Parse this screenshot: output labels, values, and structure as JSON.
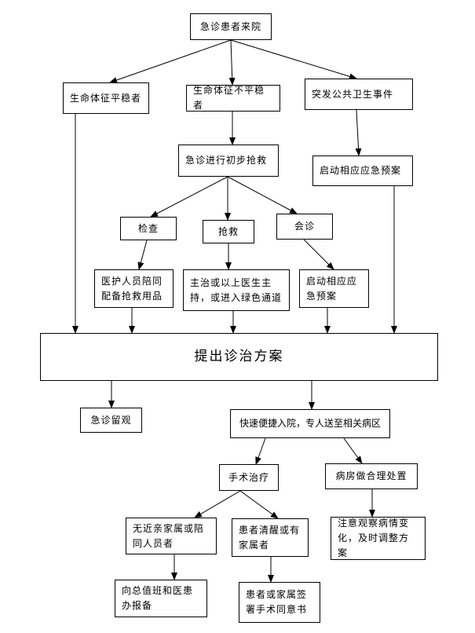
{
  "nodes": {
    "arrival": "急诊患者来院",
    "stable": "生命体征平稳者",
    "unstable": "生命体征不平稳者",
    "public_health": "突发公共卫生事件",
    "initial_rescue": "急诊进行初步抢救",
    "emergency_plan": "启动相应应急预案",
    "exam": "检查",
    "rescue": "抢救",
    "consult": "会诊",
    "staff_escort": "医护人员陪同配备抢救用品",
    "attending": "主治或以上医生主持，或进入绿色通道",
    "consult_plan": "启动相应应急预案",
    "treatment_plan": "提出诊治方案",
    "observation": "急诊留观",
    "admission": "快速便捷入院，专人送至相关病区",
    "surgery": "手术治疗",
    "ward_handling": "病房做合理处置",
    "no_relatives": "无近亲家属或陪同人员者",
    "conscious_or_family": "患者清醒或有家属者",
    "observe_adjust": "注意观察病情变化，及时调整方案",
    "report": "向总值班和医患办报备",
    "consent": "患者或家属签署手术同意书"
  }
}
